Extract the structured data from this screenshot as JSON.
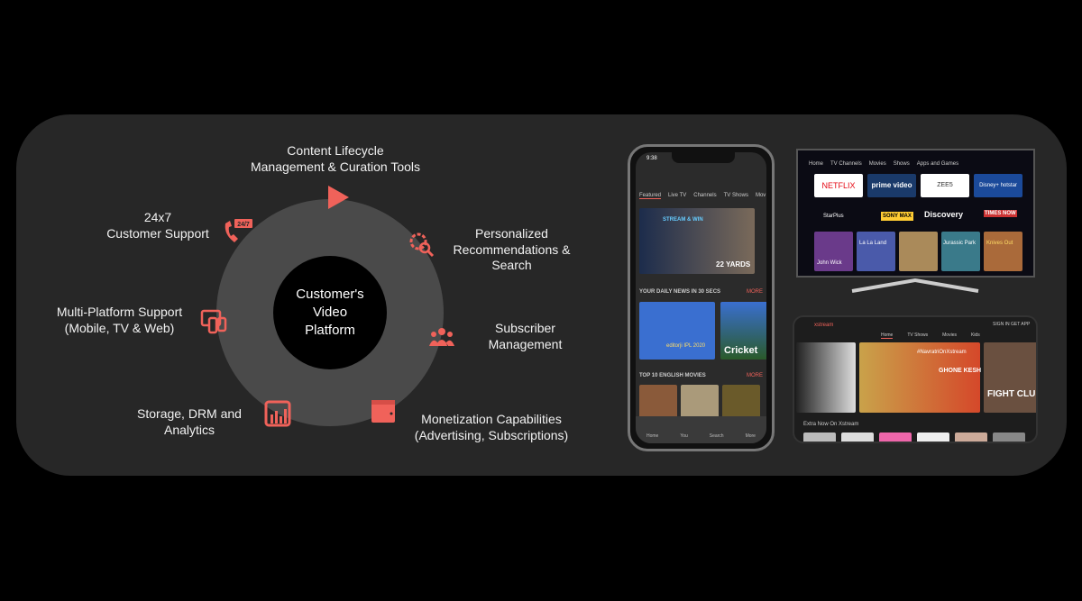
{
  "accent_color": "#f0625a",
  "center": {
    "label": "Customer's\nVideo\nPlatform"
  },
  "features": [
    {
      "label": "Content Lifecycle\nManagement & Curation Tools",
      "icon": "play-icon"
    },
    {
      "label": "Personalized\nRecommendations &\nSearch",
      "icon": "gear-search-icon"
    },
    {
      "label": "Subscriber\nManagement",
      "icon": "users-icon"
    },
    {
      "label": "Monetization Capabilities\n(Advertising, Subscriptions)",
      "icon": "wallet-icon"
    },
    {
      "label": "Storage, DRM and\nAnalytics",
      "icon": "bar-chart-icon"
    },
    {
      "label": "Multi-Platform Support\n(Mobile, TV & Web)",
      "icon": "devices-icon"
    },
    {
      "label": "24x7\nCustomer Support",
      "icon": "phone-24-7-icon",
      "badge": "24/7"
    }
  ],
  "phone": {
    "time": "9:38",
    "tabs": [
      "Featured",
      "Live TV",
      "Channels",
      "TV Shows",
      "Mov"
    ],
    "banner": {
      "promo": "STREAM & WIN",
      "title": "22 YARDS"
    },
    "sections": [
      {
        "title": "YOUR DAILY NEWS IN 30 SECS",
        "more": "MORE",
        "tiles": [
          "editorji IPL 2020",
          "Cricket"
        ]
      },
      {
        "title": "TOP 10 ENGLISH MOVIES",
        "more": "MORE"
      }
    ],
    "nav": [
      "Home",
      "You",
      "Search",
      "More"
    ]
  },
  "tv": {
    "menu": [
      "Home",
      "TV Channels",
      "Movies",
      "Shows",
      "Apps and Games"
    ],
    "apps": [
      "NETFLIX",
      "prime video",
      "ZEE5",
      "Disney+ hotstar"
    ],
    "channels": [
      "StarPlus",
      "SONY MAX",
      "Discovery",
      "TIMES NOW"
    ],
    "movies": [
      "John Wick",
      "La La Land",
      "",
      "Jurassic Park",
      "Knives Out"
    ]
  },
  "web": {
    "nav": [
      "Home",
      "TV Shows",
      "Movies",
      "Kids"
    ],
    "actions": [
      "SIGN IN",
      "GET APP"
    ],
    "hero": {
      "tag": "#NavratriOnXstream",
      "title": "GHONE KESH",
      "brand": "xstream"
    },
    "side": "FIGHT CLU",
    "row_title": "Extra Now On Xstream"
  }
}
